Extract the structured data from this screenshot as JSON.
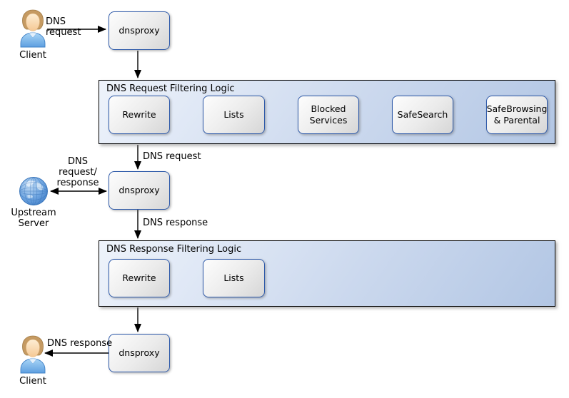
{
  "actors": {
    "client_top": {
      "label": "Client"
    },
    "client_bottom": {
      "label": "Client"
    },
    "upstream_server": {
      "label": "Upstream\nServer"
    }
  },
  "nodes": {
    "dnsproxy_top": {
      "label": "dnsproxy"
    },
    "dnsproxy_middle": {
      "label": "dnsproxy"
    },
    "dnsproxy_bottom": {
      "label": "dnsproxy"
    }
  },
  "containers": {
    "request_filtering": {
      "title": "DNS Request Filtering Logic",
      "steps": [
        {
          "label": "Rewrite"
        },
        {
          "label": "Lists"
        },
        {
          "label": "Blocked\nServices"
        },
        {
          "label": "SafeSearch"
        },
        {
          "label": "SafeBrowsing\n& Parental"
        }
      ]
    },
    "response_filtering": {
      "title": "DNS Response Filtering Logic",
      "steps": [
        {
          "label": "Rewrite"
        },
        {
          "label": "Lists"
        }
      ]
    }
  },
  "edge_labels": {
    "client_request": "DNS request",
    "filtered_request": "DNS request",
    "upstream_exchange": "DNS\nrequest/\nresponse",
    "proxy_response": "DNS response",
    "client_response": "DNS response"
  },
  "colors": {
    "node_border": "#2d59a9",
    "node_fill_light": "#fdfdfd",
    "node_fill_dark": "#d6d6d6",
    "container_border": "#000000",
    "container_fill_light": "#eef3fb",
    "container_fill_dark": "#b2c6e4",
    "arrow": "#000000",
    "globe_blue": "#5590d8",
    "shirt_blue": "#5e9fe0",
    "hair_tan": "#c59a62"
  }
}
